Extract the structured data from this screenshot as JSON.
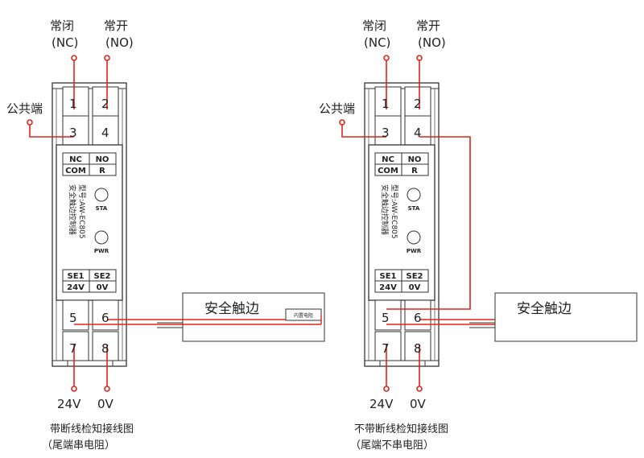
{
  "terminals": {
    "nc": "常闭",
    "nc_code": "(NC)",
    "no": "常开",
    "no_code": "(NO)",
    "common": "公共端",
    "v24": "24V",
    "v0": "0V",
    "numbers": [
      "1",
      "2",
      "3",
      "4",
      "5",
      "6",
      "7",
      "8"
    ]
  },
  "panel": {
    "nc": "NC",
    "no": "NO",
    "com": "COM",
    "r": "R",
    "sta": "STA",
    "pwr": "PWR",
    "se1": "SE1",
    "se2": "SE2",
    "v24": "24V",
    "v0": "0V",
    "name": "安全触边控制器",
    "model": "型号:AW-EC805"
  },
  "edge": {
    "label": "安全触边",
    "resistor": "内置电阻"
  },
  "captions": {
    "left_1": "带断线检知接线图",
    "left_2": "（尾端串电阻）",
    "right_1": "不带断线检知接线图",
    "right_2": "（尾端不串电阻）"
  },
  "colors": {
    "wire": "#e2231a",
    "outline": "#333333"
  }
}
